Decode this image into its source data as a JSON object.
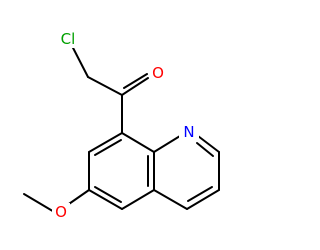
{
  "molecule": {
    "atoms": {
      "chlorine": {
        "label": "Cl",
        "color": "#00a000"
      },
      "carbonyl_oxygen": {
        "label": "O",
        "color": "#ff0000"
      },
      "ring_nitrogen": {
        "label": "N",
        "color": "#0000ff"
      },
      "ether_oxygen": {
        "label": "O",
        "color": "#ff0000"
      }
    }
  }
}
